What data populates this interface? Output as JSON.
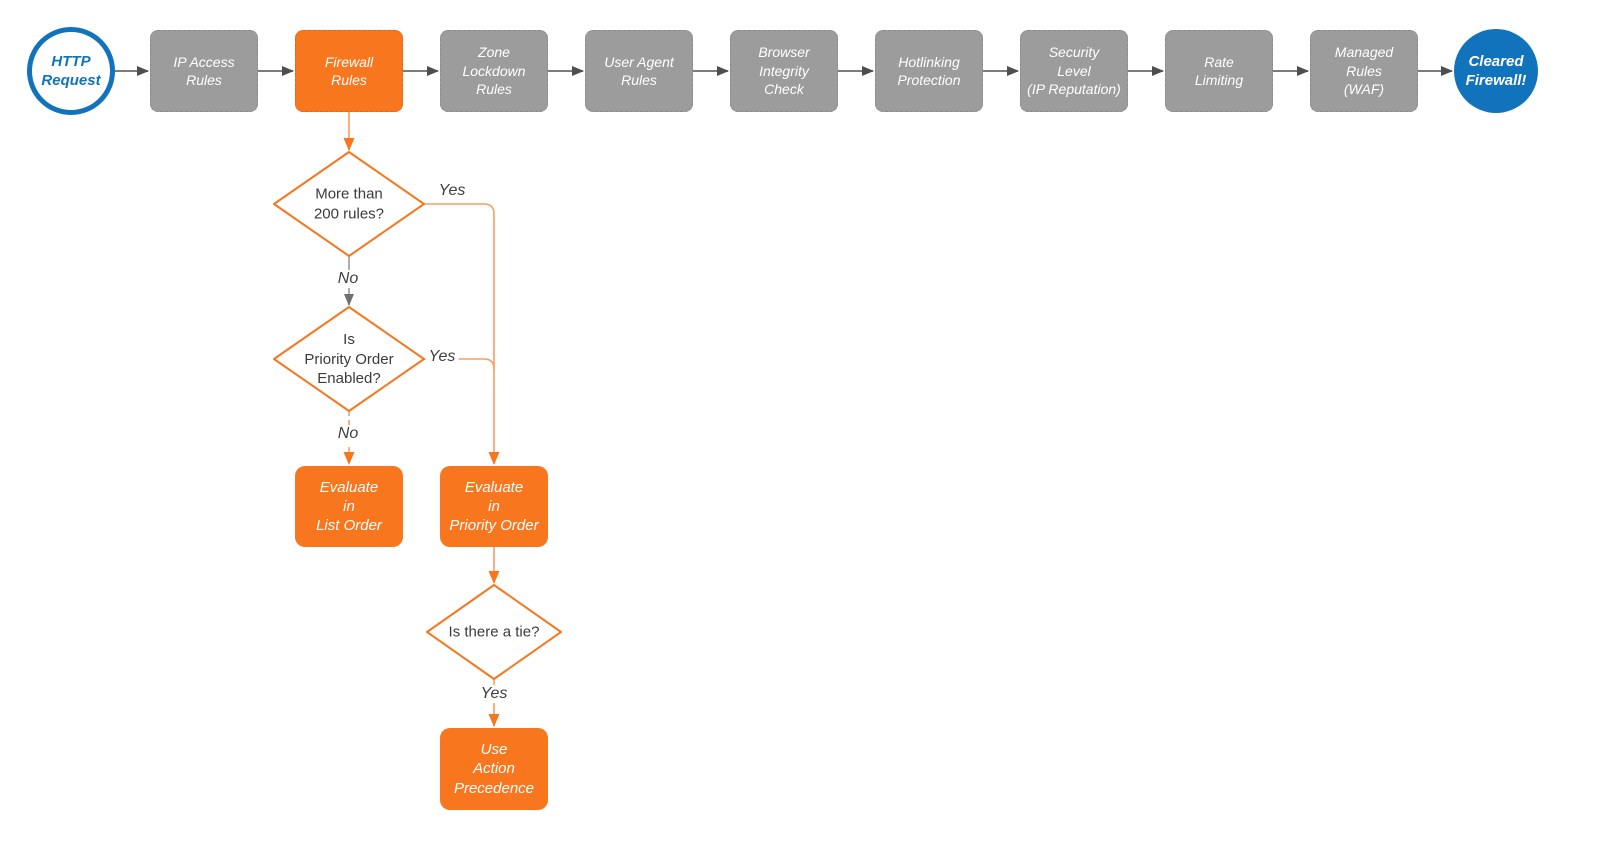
{
  "diagram": {
    "description": "Firewall rules evaluation flowchart",
    "start": {
      "label": "HTTP\nRequest"
    },
    "end": {
      "label": "Cleared\nFirewall!"
    },
    "pipeline": [
      {
        "label": "IP Access\nRules"
      },
      {
        "label": "Firewall\nRules",
        "highlighted": true
      },
      {
        "label": "Zone\nLockdown\nRules"
      },
      {
        "label": "User Agent\nRules"
      },
      {
        "label": "Browser\nIntegrity\nCheck"
      },
      {
        "label": "Hotlinking\nProtection"
      },
      {
        "label": "Security\nLevel\n(IP Reputation)"
      },
      {
        "label": "Rate\nLimiting"
      },
      {
        "label": "Managed\nRules\n(WAF)"
      }
    ],
    "decisions": [
      {
        "label": "More than\n200 rules?"
      },
      {
        "label": "Is\nPriority Order\nEnabled?"
      },
      {
        "label": "Is there a tie?"
      }
    ],
    "actions": [
      {
        "label": "Evaluate\nin\nList Order"
      },
      {
        "label": "Evaluate\nin\nPriority Order"
      },
      {
        "label": "Use\nAction\nPrecedence"
      }
    ],
    "edge_labels": {
      "more_rules_yes": "Yes",
      "more_rules_no": "No",
      "priority_enabled_yes": "Yes",
      "priority_enabled_no": "No",
      "tie_yes": "Yes"
    },
    "colors": {
      "accent_orange": "#F8771E",
      "orange_line": "#F99D62",
      "gray_node": "#9C9C9C",
      "blue": "#1173BC",
      "arrow_dark_gray": "#4E4E4E",
      "text_dark": "#3B3B3B",
      "node_text": "#FFFFFF"
    }
  }
}
